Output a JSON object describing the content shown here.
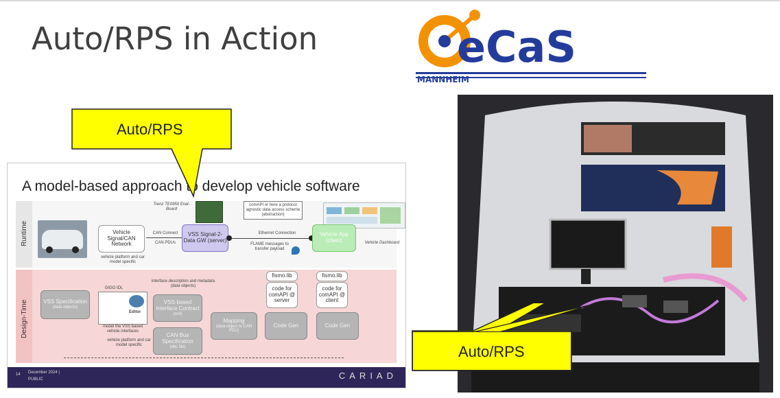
{
  "page": {
    "title": "Auto/RPS in Action"
  },
  "logo": {
    "brand": "CeCaS",
    "subtitle": "MANNHEIM",
    "colors": {
      "orange": "#f39200",
      "blue": "#233c9b"
    }
  },
  "callouts": {
    "left_label": "Auto/RPS",
    "right_label": "Auto/RPS",
    "fill_color": "#ffff00"
  },
  "slide": {
    "title": "A model-based approach to develop vehicle software",
    "runtime_label": "Runtime",
    "designtime_label": "Design-Time",
    "runtime": {
      "vehicle_signal_network": "Vehicle Signal/CAN Network",
      "vehicle_platform_note": "vehicle platform and car model specific",
      "can_connect": "CAN Connect",
      "can_pdus": "CAN PDUs",
      "board_label": "Trenz TE0950 Eval-Board",
      "vss_gateway": "VSS Signal-2-Data GW (server)",
      "comapi_note": "comAPI or here a protocol agnostic data access scheme (abstraction)",
      "ethernet_connection": "Ethernet Connection",
      "frame_messages": "FLAME messages to transfer payload",
      "vehicle_app": "Vehicle App (client)",
      "dashboard_label": "Vehicle Dashboard"
    },
    "design": {
      "vss_spec": "VSS Specification",
      "vss_spec_sub": "(data objects)",
      "gigo_label": "GIGO IDL",
      "editor_label": "Editor",
      "model_note": "model the VSS based vehicle interfaces",
      "interface_note": "interface description and metadata (data objects)",
      "vss_interface": "VSS-based Interface Contract",
      "vss_interface_sub": "(xml)",
      "can_bus_spec": "CAN Bus Specification",
      "can_bus_spec_sub": "(dbc file)",
      "platform_note": "vehicle platform and car model specific",
      "mapping": "Mapping",
      "mapping_sub": "(data object to CAN PDU)",
      "fismo_lib_1": "fismo.lib",
      "fismo_lib_2": "fismo.lib",
      "code_server": "code for comAPI @ server",
      "code_client": "code for comAPI @ client",
      "code_gen_1": "Code Gen",
      "code_gen_2": "Code Gen"
    },
    "footer": {
      "page": "14",
      "date": "December 2024 |",
      "classification": "PUBLIC",
      "brand": "CARIAD"
    }
  }
}
